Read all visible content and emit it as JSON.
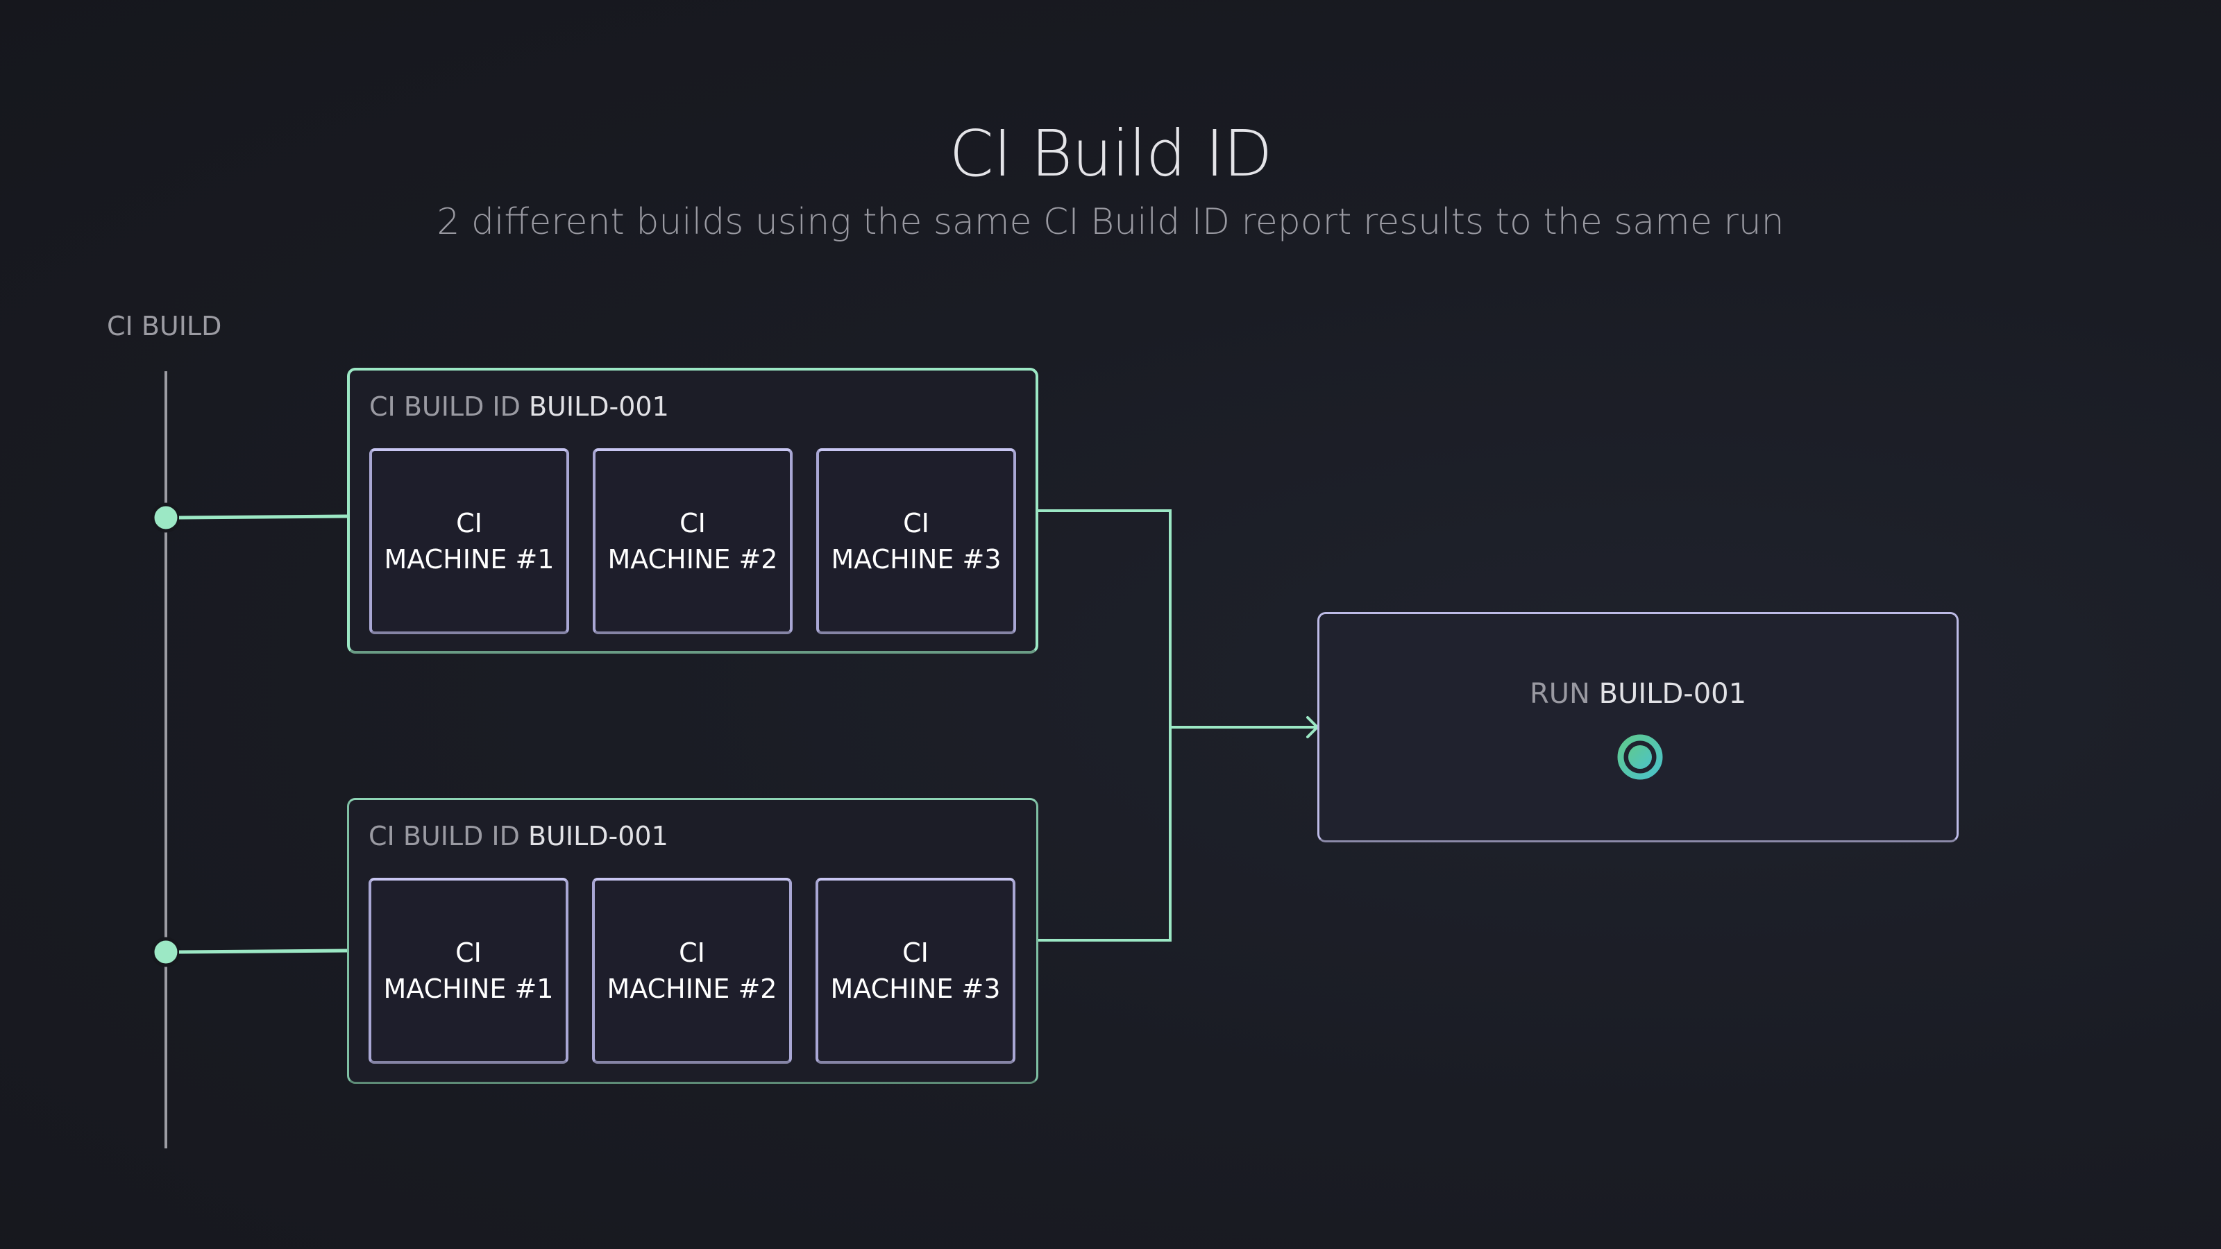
{
  "header": {
    "title": "CI Build ID",
    "subtitle": "2 different builds using the same CI Build ID report results to the same run"
  },
  "timeline": {
    "label": "CI BUILD"
  },
  "builds": [
    {
      "id_key": "CI BUILD ID",
      "id_value": "BUILD-001",
      "machines": [
        {
          "line1": "CI",
          "line2": "MACHINE #1"
        },
        {
          "line1": "CI",
          "line2": "MACHINE #2"
        },
        {
          "line1": "CI",
          "line2": "MACHINE #3"
        }
      ]
    },
    {
      "id_key": "CI BUILD ID",
      "id_value": "BUILD-001",
      "machines": [
        {
          "line1": "CI",
          "line2": "MACHINE #1"
        },
        {
          "line1": "CI",
          "line2": "MACHINE #2"
        },
        {
          "line1": "CI",
          "line2": "MACHINE #3"
        }
      ]
    }
  ],
  "run": {
    "key": "RUN",
    "value": "BUILD-001",
    "status_icon": "status-ring-icon"
  },
  "colors": {
    "accent_green": "#9ce8c5",
    "machine_border": "#c8c6f2",
    "timeline_gray": "#9c9ca3",
    "status_gradient_start": "#5fc98f",
    "status_gradient_end": "#4cc3c9"
  }
}
